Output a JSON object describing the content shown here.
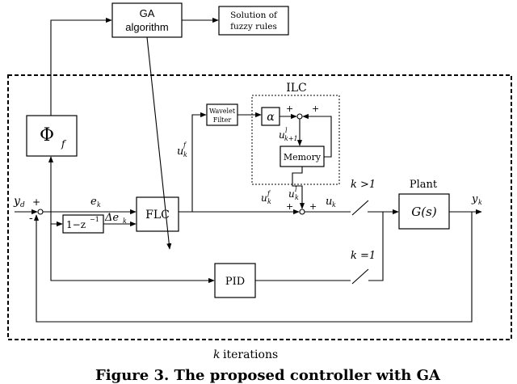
{
  "blocks": {
    "ga_line1": "GA",
    "ga_line2": "algorithm",
    "solution_line1": "Solution of",
    "solution_line2": "fuzzy rules",
    "phi": "Φ",
    "phi_sub": "f",
    "wavelet_line1": "Wavelet",
    "wavelet_line2": "Filter",
    "alpha": "α",
    "memory": "Memory",
    "ilc": "ILC",
    "flc": "FLC",
    "delay": "1−z",
    "delay_sup": "−1",
    "pid": "PID",
    "plant_label": "Plant",
    "plant_g": "G(s)"
  },
  "signals": {
    "yd": "y",
    "yd_sub": "d",
    "ek": "e",
    "ek_sub": "k",
    "dek": "Δe",
    "dek_sub": "k",
    "ukf": "u",
    "ukf_sup": "f",
    "ukf_sub": "k",
    "uk1": "u",
    "uk1_sup": "l",
    "uk1_sub": "k+1",
    "ukl": "u",
    "ukl_sup": "l",
    "ukl_sub": "k",
    "ukf2": "u",
    "ukf2_sup": "f",
    "ukf2_sub": "k",
    "uk": "u",
    "uk_sub": "k",
    "yk": "y",
    "yk_sub": "k",
    "k_gt1": "k >1",
    "k_eq1": "k =1",
    "plus": "+",
    "minus": "-"
  },
  "footer": {
    "iterations_k": "k",
    "iterations_word": "iterations",
    "caption": "Figure 3. The proposed controller with GA"
  }
}
